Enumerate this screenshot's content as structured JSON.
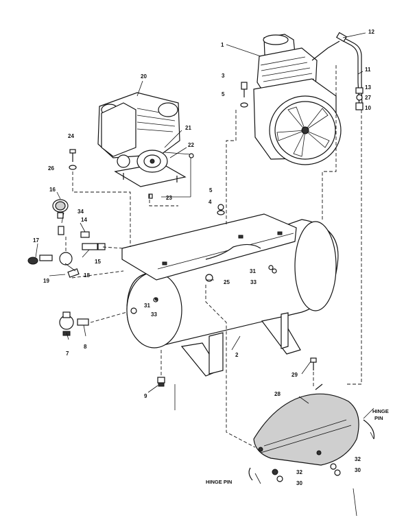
{
  "diagram": {
    "callouts": [
      {
        "id": "c1",
        "text": "1"
      },
      {
        "id": "c2",
        "text": "2"
      },
      {
        "id": "c3",
        "text": "3"
      },
      {
        "id": "c4",
        "text": "4"
      },
      {
        "id": "c5a",
        "text": "5"
      },
      {
        "id": "c5b",
        "text": "5"
      },
      {
        "id": "c7",
        "text": "7"
      },
      {
        "id": "c8",
        "text": "8"
      },
      {
        "id": "c9",
        "text": "9"
      },
      {
        "id": "c10",
        "text": "10"
      },
      {
        "id": "c11",
        "text": "11"
      },
      {
        "id": "c12",
        "text": "12"
      },
      {
        "id": "c13",
        "text": "13"
      },
      {
        "id": "c14",
        "text": "14"
      },
      {
        "id": "c15",
        "text": "15"
      },
      {
        "id": "c16",
        "text": "16"
      },
      {
        "id": "c17",
        "text": "17"
      },
      {
        "id": "c18",
        "text": "18"
      },
      {
        "id": "c19",
        "text": "19"
      },
      {
        "id": "c20",
        "text": "20"
      },
      {
        "id": "c21",
        "text": "21"
      },
      {
        "id": "c22",
        "text": "22"
      },
      {
        "id": "c23",
        "text": "23"
      },
      {
        "id": "c24",
        "text": "24"
      },
      {
        "id": "c25",
        "text": "25"
      },
      {
        "id": "c26",
        "text": "26"
      },
      {
        "id": "c27",
        "text": "27"
      },
      {
        "id": "c28",
        "text": "28"
      },
      {
        "id": "c29",
        "text": "29"
      },
      {
        "id": "c30a",
        "text": "30"
      },
      {
        "id": "c30b",
        "text": "30"
      },
      {
        "id": "c31a",
        "text": "31"
      },
      {
        "id": "c31b",
        "text": "31"
      },
      {
        "id": "c32a",
        "text": "32"
      },
      {
        "id": "c32b",
        "text": "32"
      },
      {
        "id": "c33a",
        "text": "33"
      },
      {
        "id": "c33b",
        "text": "33"
      },
      {
        "id": "c34",
        "text": "34"
      }
    ],
    "notes": {
      "hinge_pin_right_line1": "HINGE",
      "hinge_pin_right_line2": "PIN",
      "hinge_pin_left": "HINGE PIN"
    }
  }
}
